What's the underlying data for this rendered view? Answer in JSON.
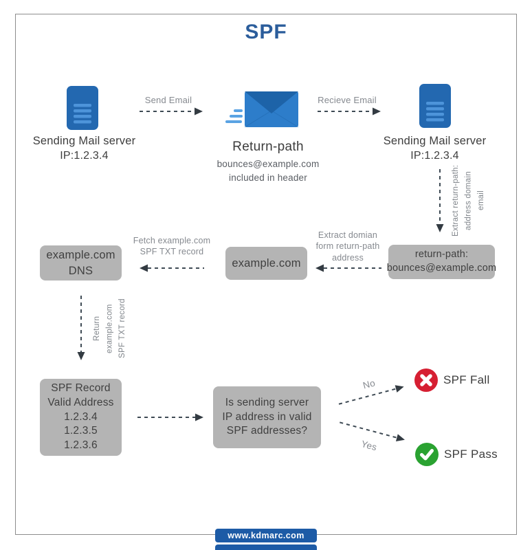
{
  "title": "SPF",
  "nodes": {
    "sender": {
      "name": "Sending Mail server",
      "ip": "IP:1.2.3.4"
    },
    "envelope": {
      "title": "Return-path",
      "subtitle": "bounces@example.com\nincluded in header"
    },
    "receiver": {
      "name": "Sending Mail server",
      "ip": "IP:1.2.3.4"
    },
    "return_path_box": "return-path:\nbounces@example.com",
    "example_box": "example.com",
    "dns_box": "example.com\nDNS",
    "spf_record_box": "SPF Record\nValid Address\n1.2.3.4\n1.2.3.5\n1.2.3.6",
    "decision_box": "Is sending server\nIP address in valid\nSPF addresses?"
  },
  "arrows": {
    "send_email": "Send Email",
    "receive_email": "Recieve Email",
    "extract_return_path": "Extract return-path:\naddress domain email",
    "extract_domain": "Extract domian\nform return-path\naddress",
    "fetch_record": "Fetch example.com\nSPF TXT record",
    "return_record": "Return example.com\nSPF TXT record",
    "no": "No",
    "yes": "Yes"
  },
  "results": {
    "fail": "SPF Fall",
    "pass": "SPF Pass"
  },
  "footer": {
    "url": "www.kdmarc.com"
  },
  "colors": {
    "title_blue": "#2b5d9b",
    "icon_blue": "#2368b0",
    "icon_blue_light": "#4d94da",
    "envelope_blue": "#2d7dca",
    "envelope_flap": "#1d63a8",
    "box_gray": "#b4b4b4",
    "arrow_dark": "#3e4a54",
    "label_gray": "#85898f",
    "fail_red": "#d61f32",
    "pass_green": "#2aa231",
    "banner_blue": "#1d5ba6"
  }
}
